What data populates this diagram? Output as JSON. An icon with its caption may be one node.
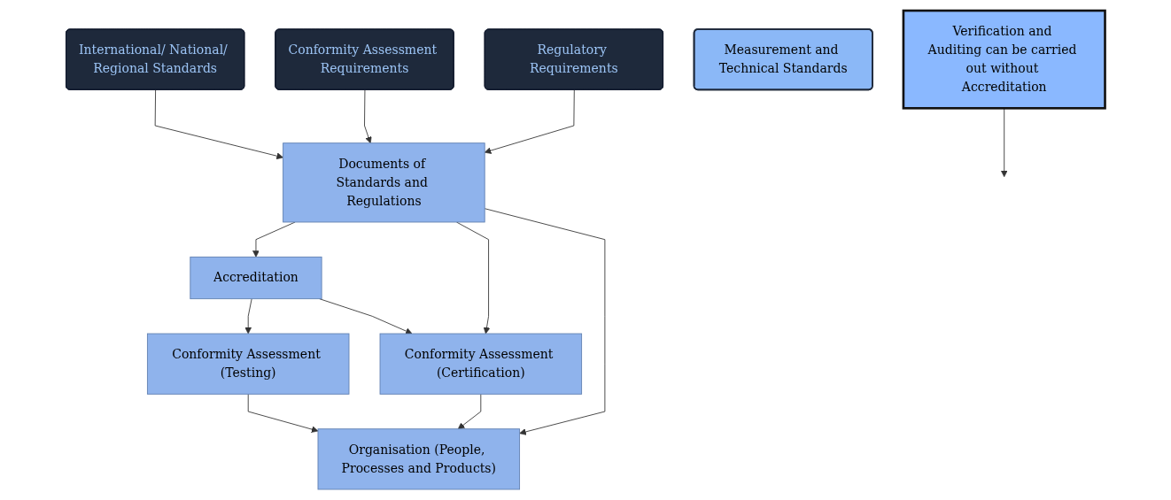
{
  "diagram": {
    "nodes": [
      {
        "text": [
          "Verification and Auditing can be carried out without Accreditation"
        ]
      },
      {
        "text": [
          "Accreditation"
        ]
      },
      {
        "text": [
          "International/ National/ Regional Standards"
        ]
      },
      {
        "text": [
          "Conformity Assessment (Testing)"
        ]
      },
      {
        "text": [
          "Conformity Assessment (Certification)"
        ]
      },
      {
        "text": [
          "Documents of Standards and Regulations"
        ]
      },
      {
        "text": [
          "Conformity Assessment Requirements"
        ]
      },
      {
        "text": [
          "Measurement and Technical Standards"
        ]
      },
      {
        "text": [
          "Organisation (People, Processes and Products)"
        ]
      },
      {
        "text": [
          "Regulatory Requirements"
        ]
      }
    ],
    "edges": [
      {
        "from": 0,
        "to": null,
        "arrow": "to"
      },
      {
        "from": 1,
        "to": 3,
        "arrow": "to"
      },
      {
        "from": 1,
        "to": 4,
        "arrow": "to"
      },
      {
        "from": 5,
        "to": 1,
        "arrow": "to"
      },
      {
        "from": 5,
        "to": 4,
        "arrow": "to"
      },
      {
        "from": 4,
        "to": 8,
        "arrow": "to"
      },
      {
        "from": 3,
        "to": 8,
        "arrow": "to"
      },
      {
        "from": 5,
        "to": 8,
        "arrow": "to"
      },
      {
        "from": 2,
        "to": 5,
        "arrow": "to"
      },
      {
        "from": 6,
        "to": 5,
        "arrow": "to"
      },
      {
        "from": 9,
        "to": 5,
        "arrow": "to"
      }
    ]
  }
}
